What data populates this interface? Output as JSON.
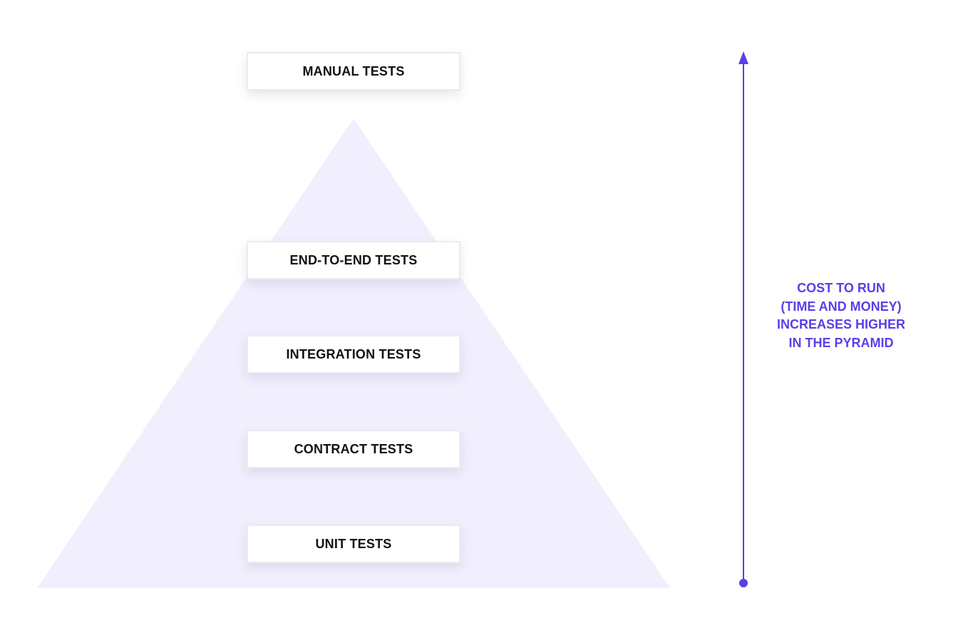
{
  "layers": [
    {
      "id": "manual",
      "label": "MANUAL TESTS"
    },
    {
      "id": "e2e",
      "label": "END-TO-END TESTS"
    },
    {
      "id": "integration",
      "label": "INTEGRATION TESTS"
    },
    {
      "id": "contract",
      "label": "CONTRACT TESTS"
    },
    {
      "id": "unit",
      "label": "UNIT TESTS"
    }
  ],
  "cost_annotation": {
    "lines": [
      "COST TO RUN",
      "(TIME AND MONEY)",
      "INCREASES HIGHER",
      "IN THE PYRAMID"
    ]
  },
  "colors": {
    "pyramid_fill": "#f1effd",
    "accent": "#5a3fe6",
    "label_text": "#111111",
    "box_border": "#ebebef"
  }
}
